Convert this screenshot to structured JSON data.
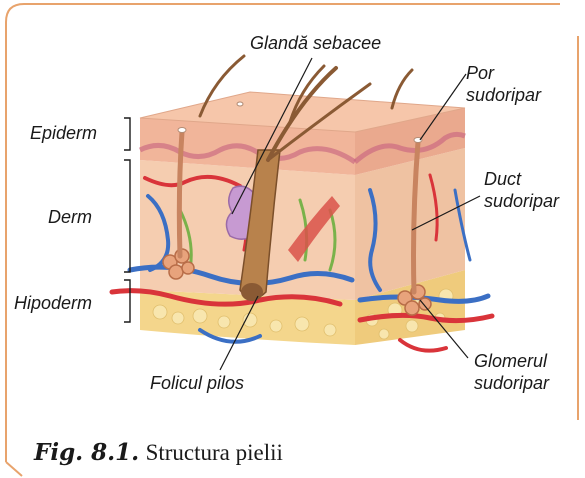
{
  "labels": {
    "glanda": "Glandă sebacee",
    "por_1": "Por",
    "por_2": "sudoripar",
    "epiderm": "Epiderm",
    "derm": "Derm",
    "duct_1": "Duct",
    "duct_2": "sudoripar",
    "hipoderm": "Hipoderm",
    "glomerul_1": "Glomerul",
    "glomerul_2": "sudoripar",
    "folicul": "Folicul pilos"
  },
  "caption": {
    "number": "Fig. 8.1.",
    "text": "Structura pielii"
  },
  "colors": {
    "border": "#e8a36c",
    "epidermis": "#f0b89b",
    "dermis": "#f3c4a6",
    "hypodermis": "#f6e0a3",
    "artery": "#d9343a",
    "vein": "#3b6fc4",
    "nerve": "#7ab24a",
    "hair": "#8a5a34"
  }
}
